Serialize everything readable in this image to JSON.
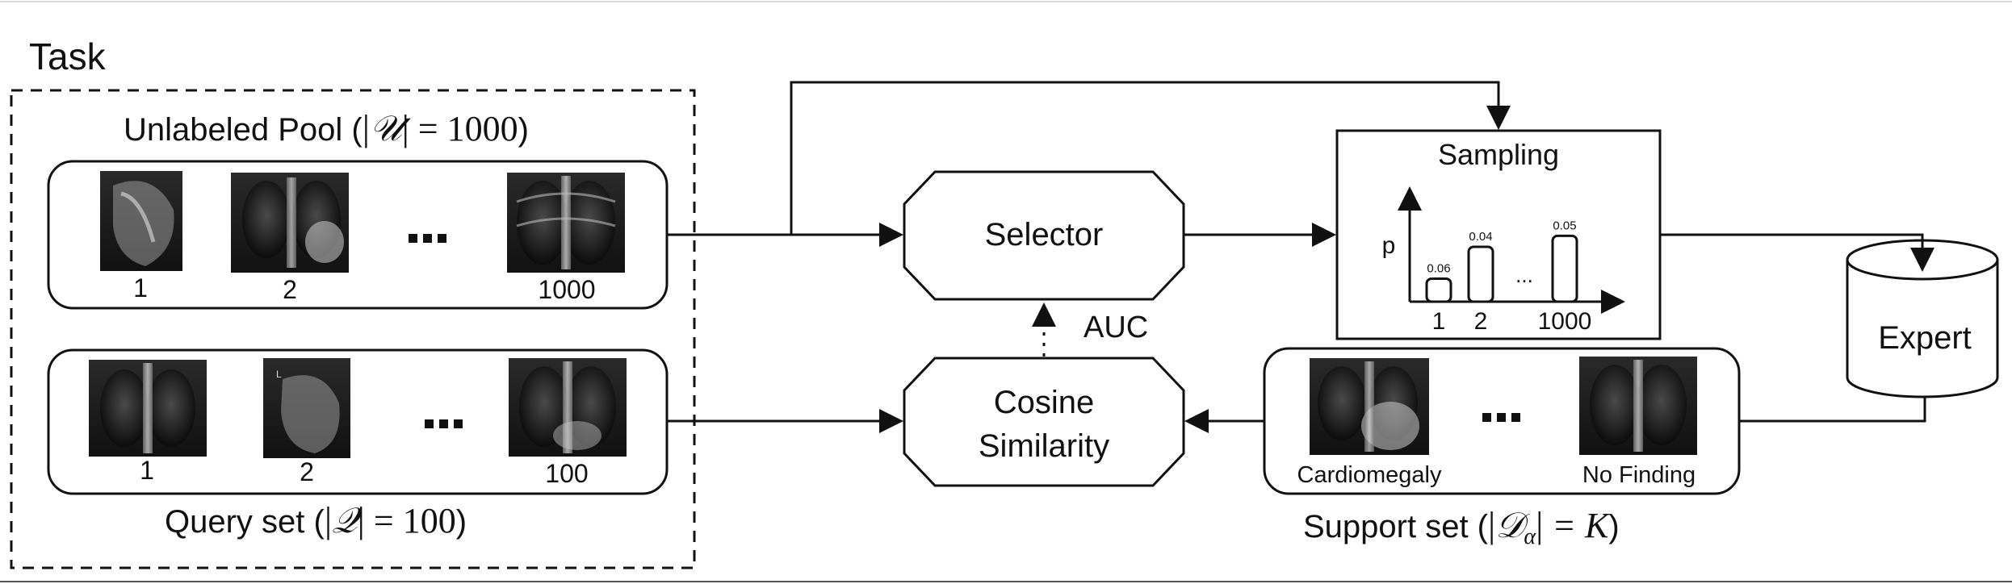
{
  "task": {
    "title": "Task"
  },
  "unlabeled_pool": {
    "label_prefix": "Unlabeled Pool (",
    "math": {
      "bar_left": "|",
      "symbol": "𝒰",
      "bar_right": "|",
      "rest": " = 1000"
    },
    "label_suffix": ")",
    "image_labels": [
      "1",
      "2",
      "1000"
    ],
    "ellipsis": "···"
  },
  "query_set": {
    "label_prefix": "Query set (",
    "math": {
      "bar_left": "|",
      "symbol": "𝒬",
      "bar_right": "|",
      "rest": " = 100"
    },
    "label_suffix": ")",
    "image_labels": [
      "1",
      "2",
      "100"
    ],
    "ellipsis": "···"
  },
  "selector": {
    "label": "Selector"
  },
  "cosine_similarity": {
    "line1": "Cosine",
    "line2": "Similarity"
  },
  "auc_label": "AUC",
  "sampling": {
    "title": "Sampling",
    "y_axis_label": "p",
    "ellipsis": "...",
    "chart_data": {
      "type": "bar",
      "categories": [
        "1",
        "2",
        "1000"
      ],
      "values": [
        0.06,
        0.04,
        0.05
      ],
      "value_labels": [
        "0.06",
        "0.04",
        "0.05"
      ],
      "ylabel": "p"
    }
  },
  "expert": {
    "label": "Expert"
  },
  "support_set": {
    "label_prefix": "Support set (",
    "math": {
      "bar_left": "|",
      "symbol": "𝒟",
      "subscript": "α",
      "bar_right": "|",
      "rest": " = K"
    },
    "label_suffix": ")",
    "image_labels": [
      "Cardiomegaly",
      "No Finding"
    ],
    "ellipsis": "···"
  }
}
